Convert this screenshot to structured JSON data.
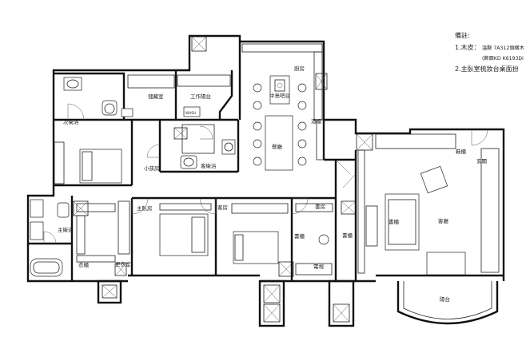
{
  "notes": {
    "title": "備註:",
    "line1a": "1.木皮：",
    "line1b": "溫縣 7A312頭橫木",
    "line1c": "(飾面KD K6193Di",
    "line2": "2.主臥室梳妝台桌面扮"
  },
  "rooms": {
    "storage": "儲藏室",
    "work_balcony": "工作陽台",
    "kitchen": "廚房",
    "wash": "WASH",
    "island": "中島吧台",
    "wine": "酒櫃",
    "dining": "餐廳",
    "guest_bath_top": "次衛浴",
    "small_bedroom": "小孩房",
    "guest_bath": "客衛浴",
    "shoe": "鞋櫃",
    "entrance": "玄關",
    "master_bedroom": "主臥房",
    "guest_room": "客房",
    "study": "書房",
    "master_bath": "主衛浴",
    "closet": "更衣室",
    "wardrobe": "衣櫃",
    "cabinet": "書櫃",
    "bookcase": "書櫃",
    "tv": "電視",
    "living": "客廳",
    "balcony": "陽台",
    "bathtub": "浴缸",
    "cabinet_right": "書櫃"
  }
}
